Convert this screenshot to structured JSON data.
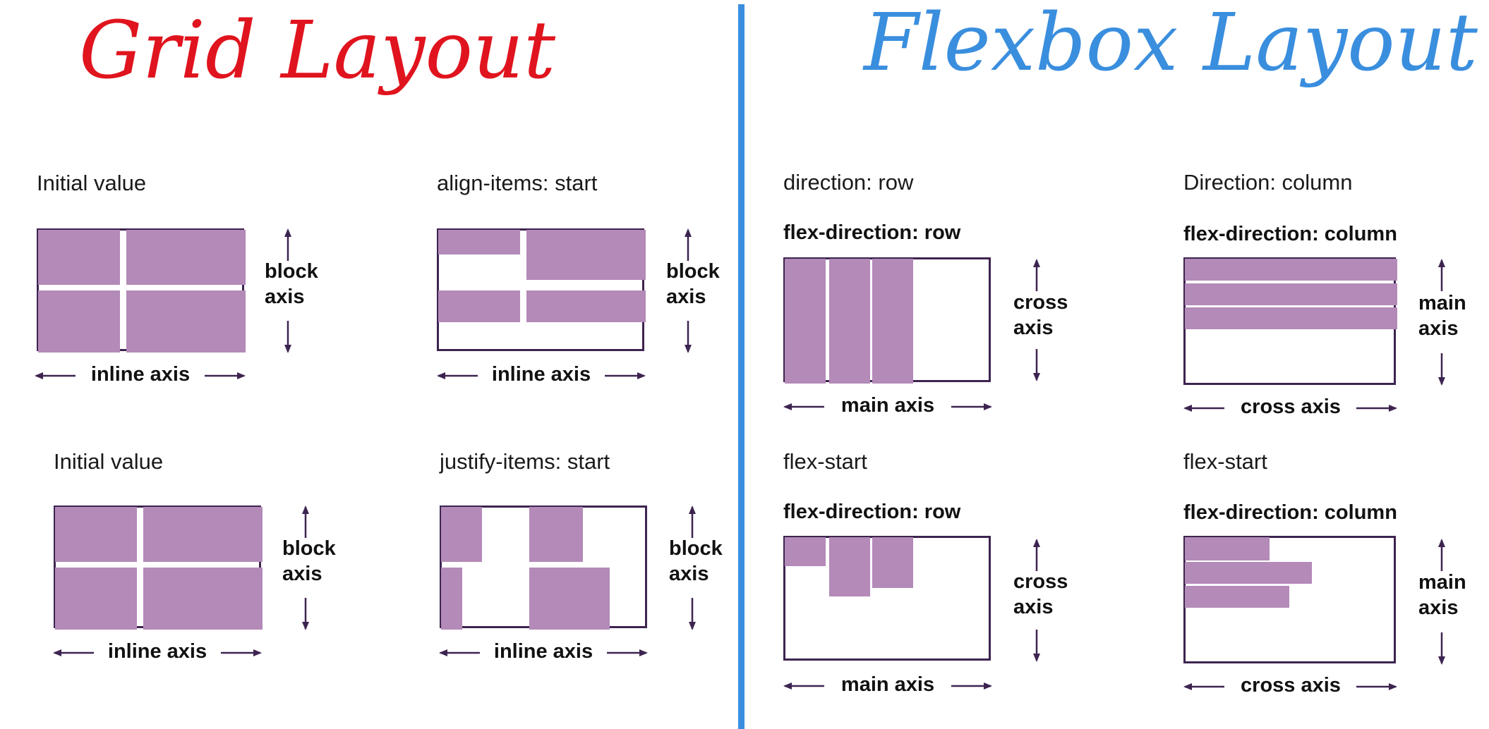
{
  "titles": {
    "grid": "Grid Layout",
    "flex": "Flexbox Layout"
  },
  "colors": {
    "grid_title": "#e0141e",
    "flex_title": "#3a8ede",
    "divider": "#3a8ede",
    "item_fill": "#b38ab8",
    "box_border": "#3d2450",
    "arrow": "#3d2450"
  },
  "grid_panels": [
    {
      "caption": "Initial value",
      "v_axis": [
        "block",
        "axis"
      ],
      "h_axis": "inline axis"
    },
    {
      "caption": "align-items: start",
      "v_axis": [
        "block",
        "axis"
      ],
      "h_axis": "inline axis"
    },
    {
      "caption": "Initial value",
      "v_axis": [
        "block",
        "axis"
      ],
      "h_axis": "inline axis"
    },
    {
      "caption": "justify-items: start",
      "v_axis": [
        "block",
        "axis"
      ],
      "h_axis": "inline axis"
    }
  ],
  "flex_panels": [
    {
      "caption": "direction: row",
      "direction_label": "flex-direction: row",
      "v_axis": [
        "cross",
        "axis"
      ],
      "h_axis": "main axis"
    },
    {
      "caption": "Direction: column",
      "direction_label": "flex-direction: column",
      "v_axis": [
        "main",
        "axis"
      ],
      "h_axis": "cross axis"
    },
    {
      "caption": "flex-start",
      "direction_label": "flex-direction: row",
      "v_axis": [
        "cross",
        "axis"
      ],
      "h_axis": "main axis"
    },
    {
      "caption": "flex-start",
      "direction_label": "flex-direction: column",
      "v_axis": [
        "main",
        "axis"
      ],
      "h_axis": "cross axis"
    }
  ]
}
